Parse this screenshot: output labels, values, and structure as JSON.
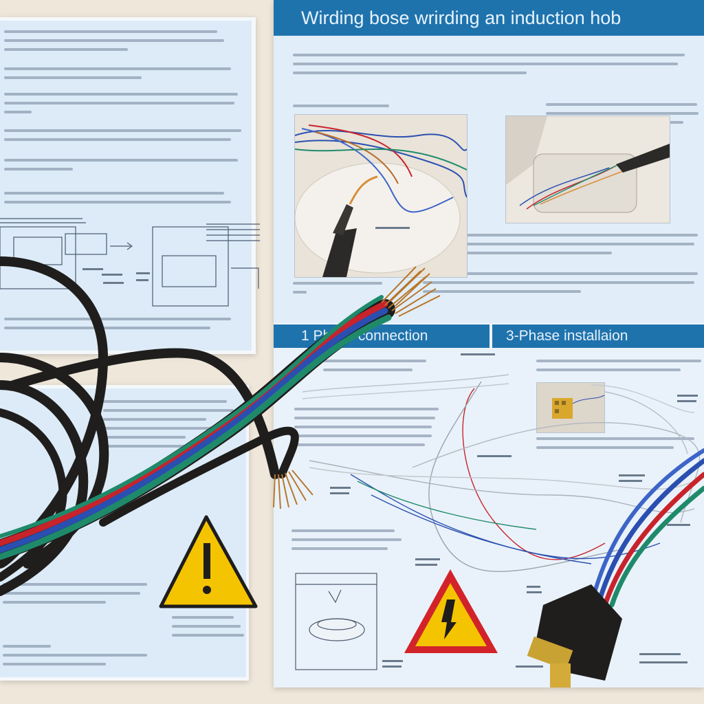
{
  "title": "Wirding bose wrirding an induction hob",
  "sections": {
    "left": "1 Phase connection",
    "right": "3-Phase installaion"
  },
  "colors": {
    "banner": "#1f73ad",
    "panel": "#dcebf7",
    "cable_red": "#c8232b",
    "cable_blue": "#2a4fb0",
    "cable_green": "#1f8a6a",
    "copper": "#c07a2a",
    "warning_yellow": "#f5c400",
    "warning_red": "#d2232a"
  },
  "icons": [
    "warning-triangle-icon",
    "warning-triangle-icon"
  ]
}
